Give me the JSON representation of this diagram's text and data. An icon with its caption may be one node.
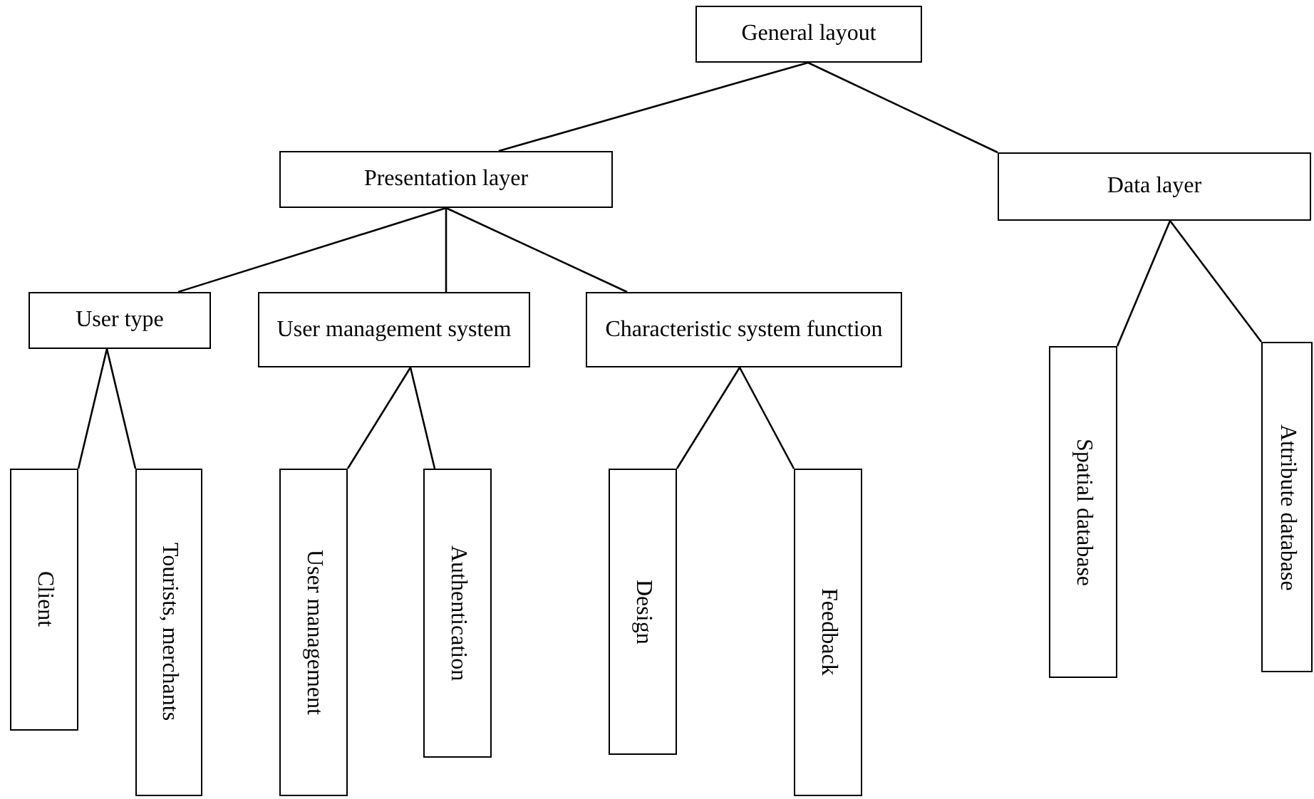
{
  "diagram": {
    "nodes": [
      {
        "text": [
          "General layout"
        ]
      },
      {
        "text": [
          "Presentation layer"
        ]
      },
      {
        "text": [
          "Data layer"
        ]
      },
      {
        "text": [
          "User type"
        ]
      },
      {
        "text": [
          "User management system"
        ]
      },
      {
        "text": [
          "Characteristic system function"
        ]
      },
      {
        "text": [
          "Client"
        ]
      },
      {
        "text": [
          "Tourists, merchants"
        ]
      },
      {
        "text": [
          "User management"
        ]
      },
      {
        "text": [
          "Authentication"
        ]
      },
      {
        "text": [
          "Design"
        ]
      },
      {
        "text": [
          "Feedback"
        ]
      },
      {
        "text": [
          "Spatial database"
        ]
      },
      {
        "text": [
          "Attribute database"
        ]
      }
    ],
    "edges": [
      {
        "from": 0,
        "to": 1,
        "arrow": "none"
      },
      {
        "from": 0,
        "to": 2,
        "arrow": "none"
      },
      {
        "from": 1,
        "to": 3,
        "arrow": "none"
      },
      {
        "from": 1,
        "to": 4,
        "arrow": "none"
      },
      {
        "from": 1,
        "to": 5,
        "arrow": "none"
      },
      {
        "from": 3,
        "to": 6,
        "arrow": "none"
      },
      {
        "from": 3,
        "to": 7,
        "arrow": "none"
      },
      {
        "from": 4,
        "to": 8,
        "arrow": "none"
      },
      {
        "from": 4,
        "to": 9,
        "arrow": "none"
      },
      {
        "from": 5,
        "to": 10,
        "arrow": "none"
      },
      {
        "from": 5,
        "to": 11,
        "arrow": "none"
      },
      {
        "from": 2,
        "to": 12,
        "arrow": "none"
      },
      {
        "from": 2,
        "to": 13,
        "arrow": "none"
      }
    ]
  }
}
